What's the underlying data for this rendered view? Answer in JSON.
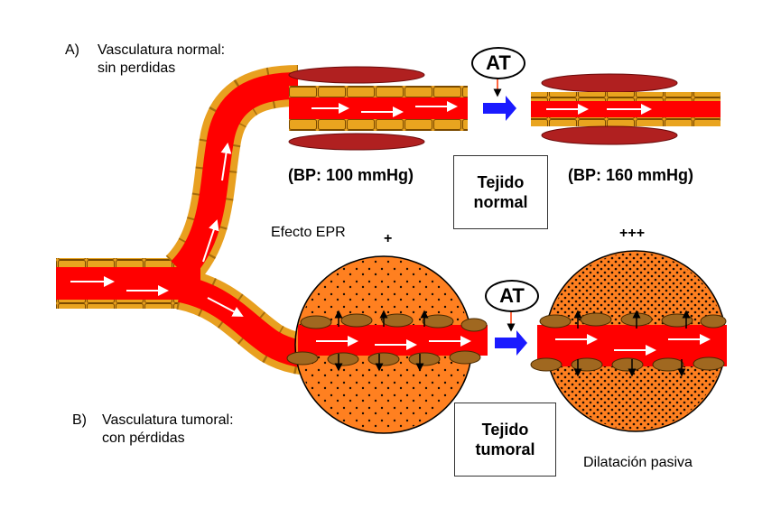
{
  "panel_a": {
    "letter": "A)",
    "line1": "Vasculatura normal:",
    "line2": "sin perdidas"
  },
  "panel_b": {
    "letter": "B)",
    "line1": "Vasculatura tumoral:",
    "line2": "con pérdidas"
  },
  "bp_before": "(BP: 100 mmHg)",
  "bp_after": "(BP: 160 mmHg)",
  "at_label": "AT",
  "normal_tissue": {
    "line1": "Tejido",
    "line2": "normal"
  },
  "tumor_tissue": {
    "line1": "Tejido",
    "line2": "tumoral"
  },
  "epr_effect": "Efecto EPR",
  "epr_low": "+",
  "epr_high": "+++",
  "passive_dilation": "Dilatación pasiva",
  "colors": {
    "blood": "#ff0000",
    "wall": "#e8a020",
    "muscle": "#b02020",
    "tumor": "#ff8020",
    "arrow": "#1a1aff"
  }
}
